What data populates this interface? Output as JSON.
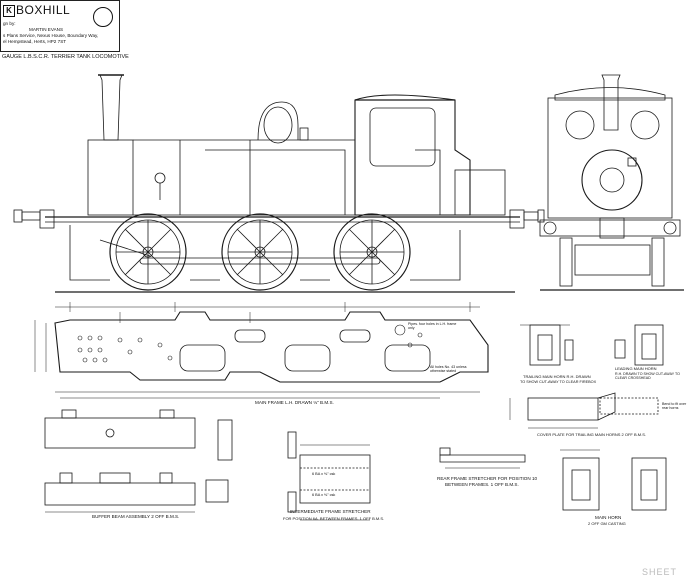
{
  "title_block": {
    "logo": "K",
    "name": "BOXHILL",
    "line1": "gn by:",
    "designer": "MARTIN EVANS",
    "line2": "s Plans Service, Nexus House, Boundary Way,",
    "line3": "el Hempstead, Herts, HP2 7ST"
  },
  "subtitle": "GAUGE L.B.S.C.R. TERRIER TANK LOCOMOTIVE",
  "labels": {
    "main_frame": "MAIN  FRAME    L.H. DRAWN    ⅛\" B.M.S.",
    "buffer_beam": "BUFFER  BEAM  ASSEMBLY  2  OFF  B.M.S.",
    "intermediate_stretcher": "INTERMEDIATE  FRAME  STRETCHER",
    "intermediate_stretcher_sub": "FOR POSITION 6A. BETWEEN FRAMES. 1 OFF B.M.S.",
    "rear_stretcher": "REAR FRAME STRETCHER FOR POSITION 10",
    "rear_stretcher_sub": "BETWEEN FRAMES. 1 OFF B.M.S.",
    "trailing_horn": "TRAILING  MAIN  HORN  R.H. DRAWN",
    "trailing_horn_sub": "TO SHOW CUT-AWAY TO CLEAR FIREBOX",
    "leading_horn": "LEADING MAIN HORN",
    "leading_horn_sub": "R.H. DRAWN TO SHOW CUT-AWAY TO CLEAR CROSSHEAD",
    "cover_plate": "COVER PLATE FOR TRAILING MAIN HORNS  2 OFF B.M.S.",
    "main_horn": "MAIN  HORN",
    "main_horn_sub": "2 OFF  GM CASTING",
    "pipes_note": "Pipes. four holes in L.H. frame only",
    "holes_note": "All holes No. 43 unless otherwise stated",
    "bend_note": "Bend to fit over rear horns",
    "stretch_dim_a": "6 BA x ⅜\" csk",
    "stretch_dim_b": "6 BA x ⅜\" csk"
  },
  "sheet_mark": "SHEET"
}
